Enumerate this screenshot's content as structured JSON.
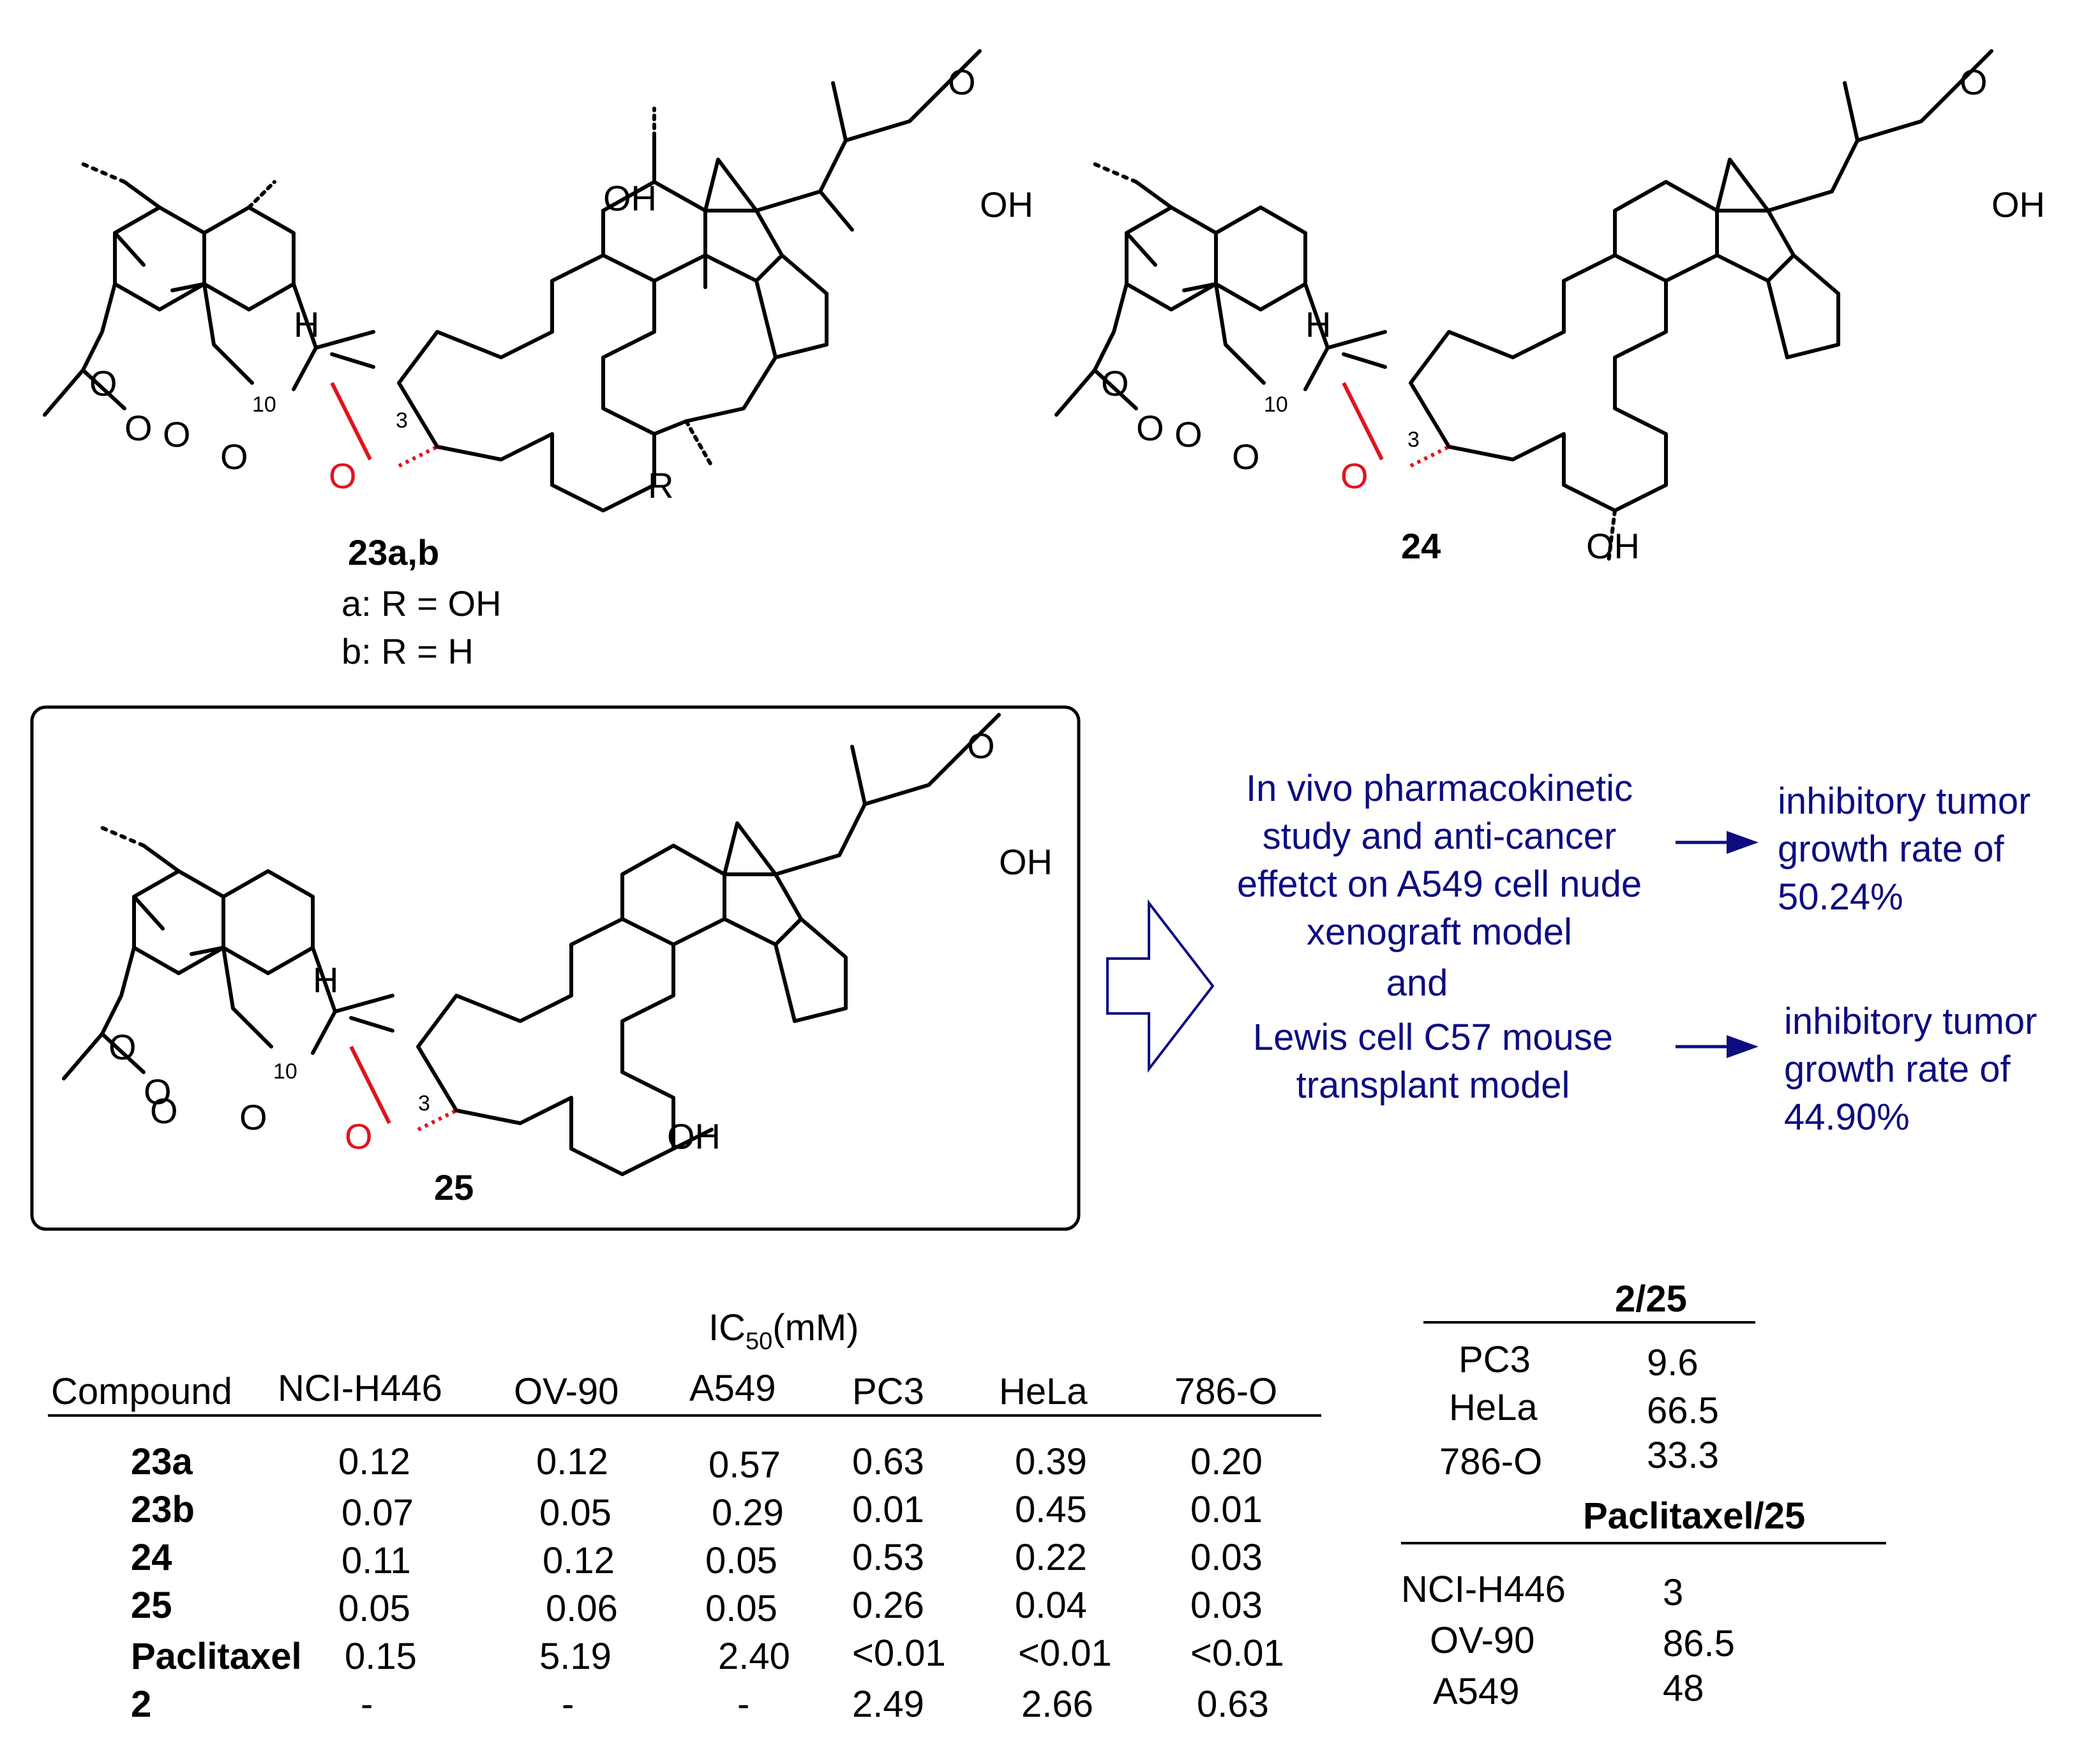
{
  "compounds": {
    "c23": {
      "label": "23a,b",
      "variant_a": "a: R = OH",
      "variant_b": "b: R = H",
      "r_group": "R",
      "oh_top": "OH",
      "acid_o": "O",
      "acid_oh": "OH",
      "pos3": "3",
      "pos10": "10",
      "h": "H"
    },
    "c24": {
      "label": "24",
      "oh_bottom": "OH",
      "acid_o": "O",
      "acid_oh": "OH",
      "pos3": "3",
      "pos10": "10",
      "h": "H"
    },
    "c25": {
      "label": "25",
      "oh_bottom": "OH",
      "acid_o": "O",
      "acid_oh": "OH",
      "pos3": "3",
      "pos10": "10",
      "h": "H"
    },
    "ring_o": "O"
  },
  "flow": {
    "box_lines": [
      "In vivo pharmacokinetic",
      "study and anti-cancer",
      "effetct on A549 cell nude",
      "xenograft model",
      "and",
      "Lewis cell C57 mouse",
      "transplant model"
    ],
    "result1": [
      "inhibitory tumor",
      "growth  rate of",
      "50.24%"
    ],
    "result2": [
      "inhibitory tumor",
      "growth  rate of",
      "44.90%"
    ]
  },
  "ic50_table": {
    "title_main": "IC",
    "title_sub": "50",
    "title_unit": "(mM)",
    "headers": [
      "Compound",
      "NCI-H446",
      "OV-90",
      "A549",
      "PC3",
      "HeLa",
      "786-O"
    ],
    "rows": [
      {
        "name": "23a",
        "values": [
          "0.12",
          "0.12",
          "0.57",
          "0.63",
          "0.39",
          "0.20"
        ]
      },
      {
        "name": "23b",
        "values": [
          "0.07",
          "0.05",
          "0.29",
          "0.01",
          "0.45",
          "0.01"
        ]
      },
      {
        "name": "24",
        "values": [
          "0.11",
          "0.12",
          "0.05",
          "0.53",
          "0.22",
          "0.03"
        ]
      },
      {
        "name": "25",
        "values": [
          "0.05",
          "0.06",
          "0.05",
          "0.26",
          "0.04",
          "0.03"
        ]
      },
      {
        "name": "Paclitaxel",
        "values": [
          "0.15",
          "5.19",
          "2.40",
          "<0.01",
          "<0.01",
          "<0.01"
        ]
      },
      {
        "name": "2",
        "values": [
          "-",
          "-",
          "-",
          "2.49",
          "2.66",
          "0.63"
        ]
      }
    ]
  },
  "ratio_table_1": {
    "title": "2/25",
    "rows": [
      {
        "cell": "PC3",
        "value": "9.6"
      },
      {
        "cell": "HeLa",
        "value": "66.5"
      },
      {
        "cell": "786-O",
        "value": "33.3"
      }
    ]
  },
  "ratio_table_2": {
    "title": "Paclitaxel/25",
    "rows": [
      {
        "cell": "NCI-H446",
        "value": "3"
      },
      {
        "cell": "OV-90",
        "value": "86.5"
      },
      {
        "cell": "A549",
        "value": "48"
      }
    ]
  }
}
